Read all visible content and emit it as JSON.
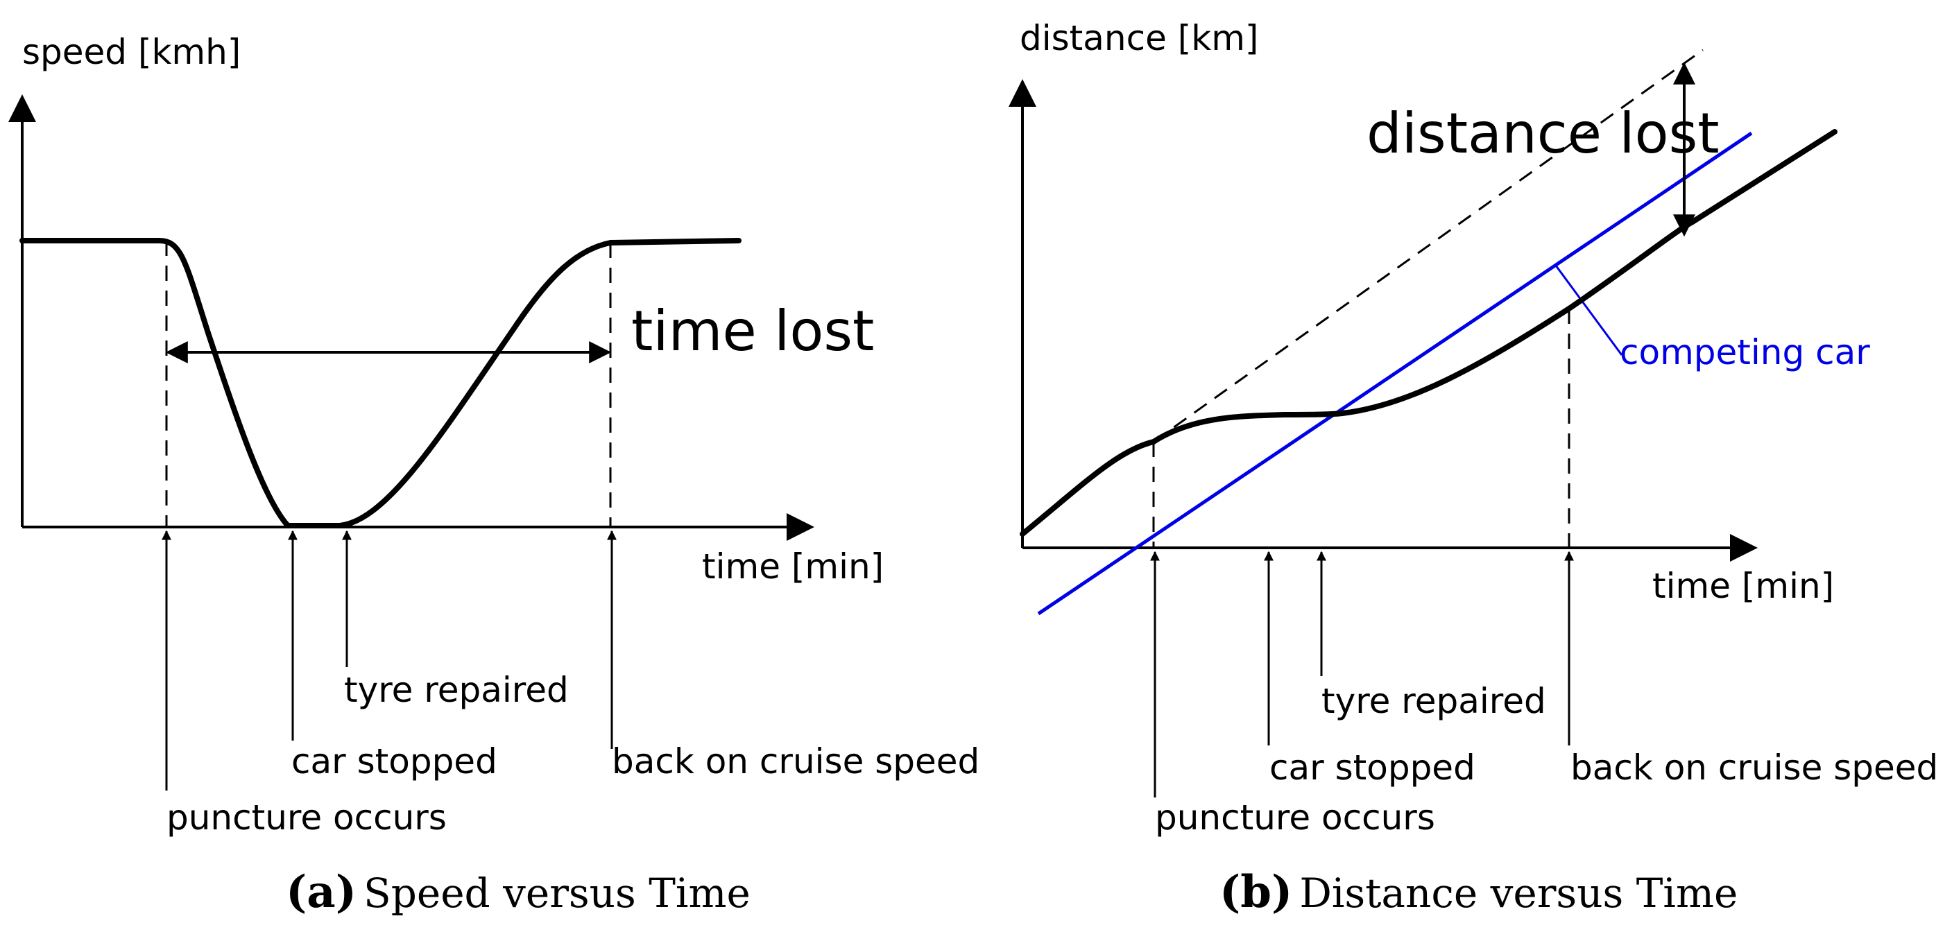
{
  "colors": {
    "ink": "#000000",
    "competitor": "#0000e6"
  },
  "panel_a": {
    "caption_letter": "(a)",
    "caption_text": "Speed versus Time",
    "y_axis_label": "speed [kmh]",
    "x_axis_label": "time [min]",
    "span_label": "time lost",
    "events": {
      "puncture": "puncture occurs",
      "stopped": "car stopped",
      "repaired": "tyre repaired",
      "cruise": "back on cruise speed"
    }
  },
  "panel_b": {
    "caption_letter": "(b)",
    "caption_text": "Distance versus Time",
    "y_axis_label": "distance [km]",
    "x_axis_label": "time [min]",
    "gap_label": "distance lost",
    "competitor_label": "competing car",
    "events": {
      "puncture": "puncture occurs",
      "stopped": "car stopped",
      "repaired": "tyre repaired",
      "cruise": "back on cruise speed"
    }
  }
}
